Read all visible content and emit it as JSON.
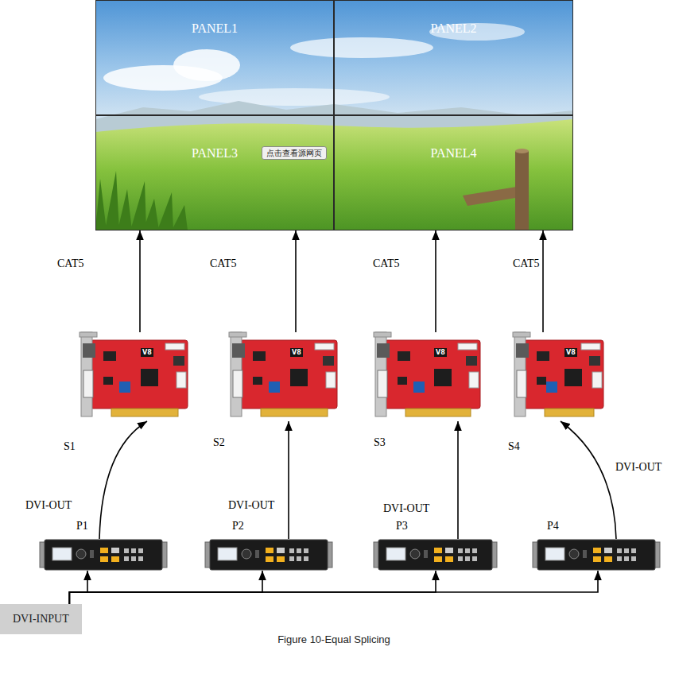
{
  "diagram": {
    "caption": "Figure 10-Equal Splicing",
    "nodes": [
      {
        "text": [
          "PANEL1"
        ]
      },
      {
        "text": [
          "PANEL2"
        ]
      },
      {
        "text": [
          "PANEL3"
        ]
      },
      {
        "text": [
          "点击查看源网页"
        ],
        "in": 2
      },
      {
        "text": [
          "PANEL4"
        ]
      },
      {
        "text": [
          "S1"
        ]
      },
      {
        "text": [
          "S2"
        ]
      },
      {
        "text": [
          "S3"
        ]
      },
      {
        "text": [
          "S4"
        ]
      },
      {
        "text": [
          "P1"
        ]
      },
      {
        "text": [
          "P2"
        ]
      },
      {
        "text": [
          "P3"
        ]
      },
      {
        "text": [
          "P4"
        ]
      },
      {
        "text": [
          "DVI-INPUT"
        ]
      }
    ],
    "edges": [
      {
        "from": 5,
        "to": 2,
        "label": "CAT5",
        "arrow": "to"
      },
      {
        "from": 6,
        "to": 2,
        "label": "CAT5",
        "arrow": "to"
      },
      {
        "from": 7,
        "to": 4,
        "label": "CAT5",
        "arrow": "to"
      },
      {
        "from": 8,
        "to": 4,
        "label": "CAT5",
        "arrow": "to"
      },
      {
        "from": 9,
        "to": 5,
        "label": "DVI-OUT",
        "arrow": "to"
      },
      {
        "from": 10,
        "to": 6,
        "label": "DVI-OUT",
        "arrow": "to"
      },
      {
        "from": 11,
        "to": 7,
        "label": "DVI-OUT",
        "arrow": "to"
      },
      {
        "from": 12,
        "to": 8,
        "label": "DVI-OUT",
        "arrow": "to"
      },
      {
        "from": 13,
        "to": 9,
        "arrow": "to"
      },
      {
        "from": 13,
        "to": 10,
        "arrow": "to"
      },
      {
        "from": 13,
        "to": 11,
        "arrow": "to"
      },
      {
        "from": 13,
        "to": 12,
        "arrow": "to"
      }
    ],
    "labels": [
      "V8",
      "V8",
      "V8",
      "V8"
    ]
  }
}
